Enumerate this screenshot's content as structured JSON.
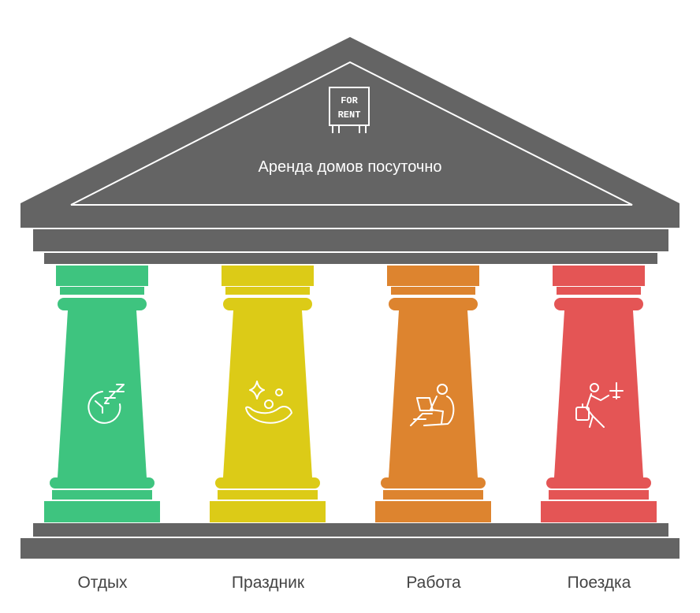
{
  "title": "Аренда домов посуточно",
  "sign": {
    "line1": "FOR",
    "line2": "RENT",
    "icon": "for-rent-sign-icon"
  },
  "colors": {
    "roof": "#646464",
    "pillars": [
      "#3ec47f",
      "#dccb17",
      "#dd842f",
      "#e45555"
    ]
  },
  "pillars": [
    {
      "label": "Отдых",
      "icon": "clock-sleep-icon"
    },
    {
      "label": "Праздник",
      "icon": "celebration-icon"
    },
    {
      "label": "Работа",
      "icon": "remote-work-icon"
    },
    {
      "label": "Поездка",
      "icon": "traveler-icon"
    }
  ]
}
